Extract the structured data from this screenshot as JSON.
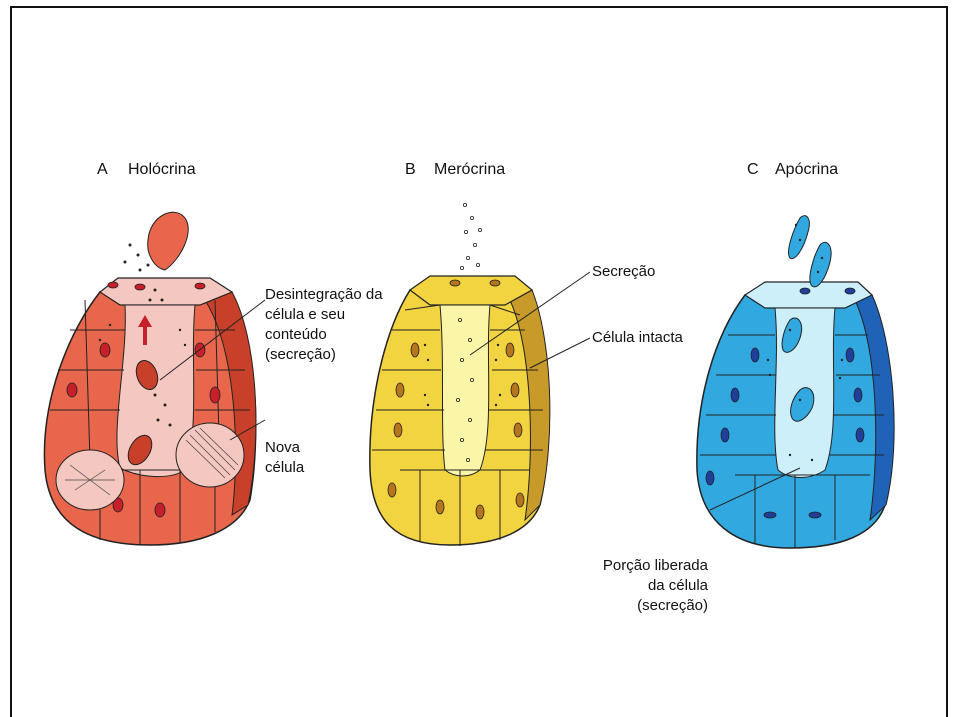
{
  "panels": {
    "a": {
      "letter": "A",
      "title": "Holócrina",
      "labels": [
        "Desintegração da",
        "célula e seu",
        "conteúdo",
        "(secreção)"
      ],
      "label2": [
        "Nova",
        "célula"
      ]
    },
    "b": {
      "letter": "B",
      "title": "Merócrina",
      "label1": "Secreção",
      "label2": "Célula intacta"
    },
    "c": {
      "letter": "C",
      "title": "Apócrina",
      "labels": [
        "Porção liberada",
        "da célula",
        "(secreção)"
      ]
    }
  },
  "colors": {
    "holocrine": "#e8664c",
    "holocrine_light": "#f4c7c0",
    "merocrine": "#f2d340",
    "merocrine_light": "#fbf5a8",
    "apocrine": "#31a9e0",
    "apocrine_light": "#cdeffa"
  }
}
